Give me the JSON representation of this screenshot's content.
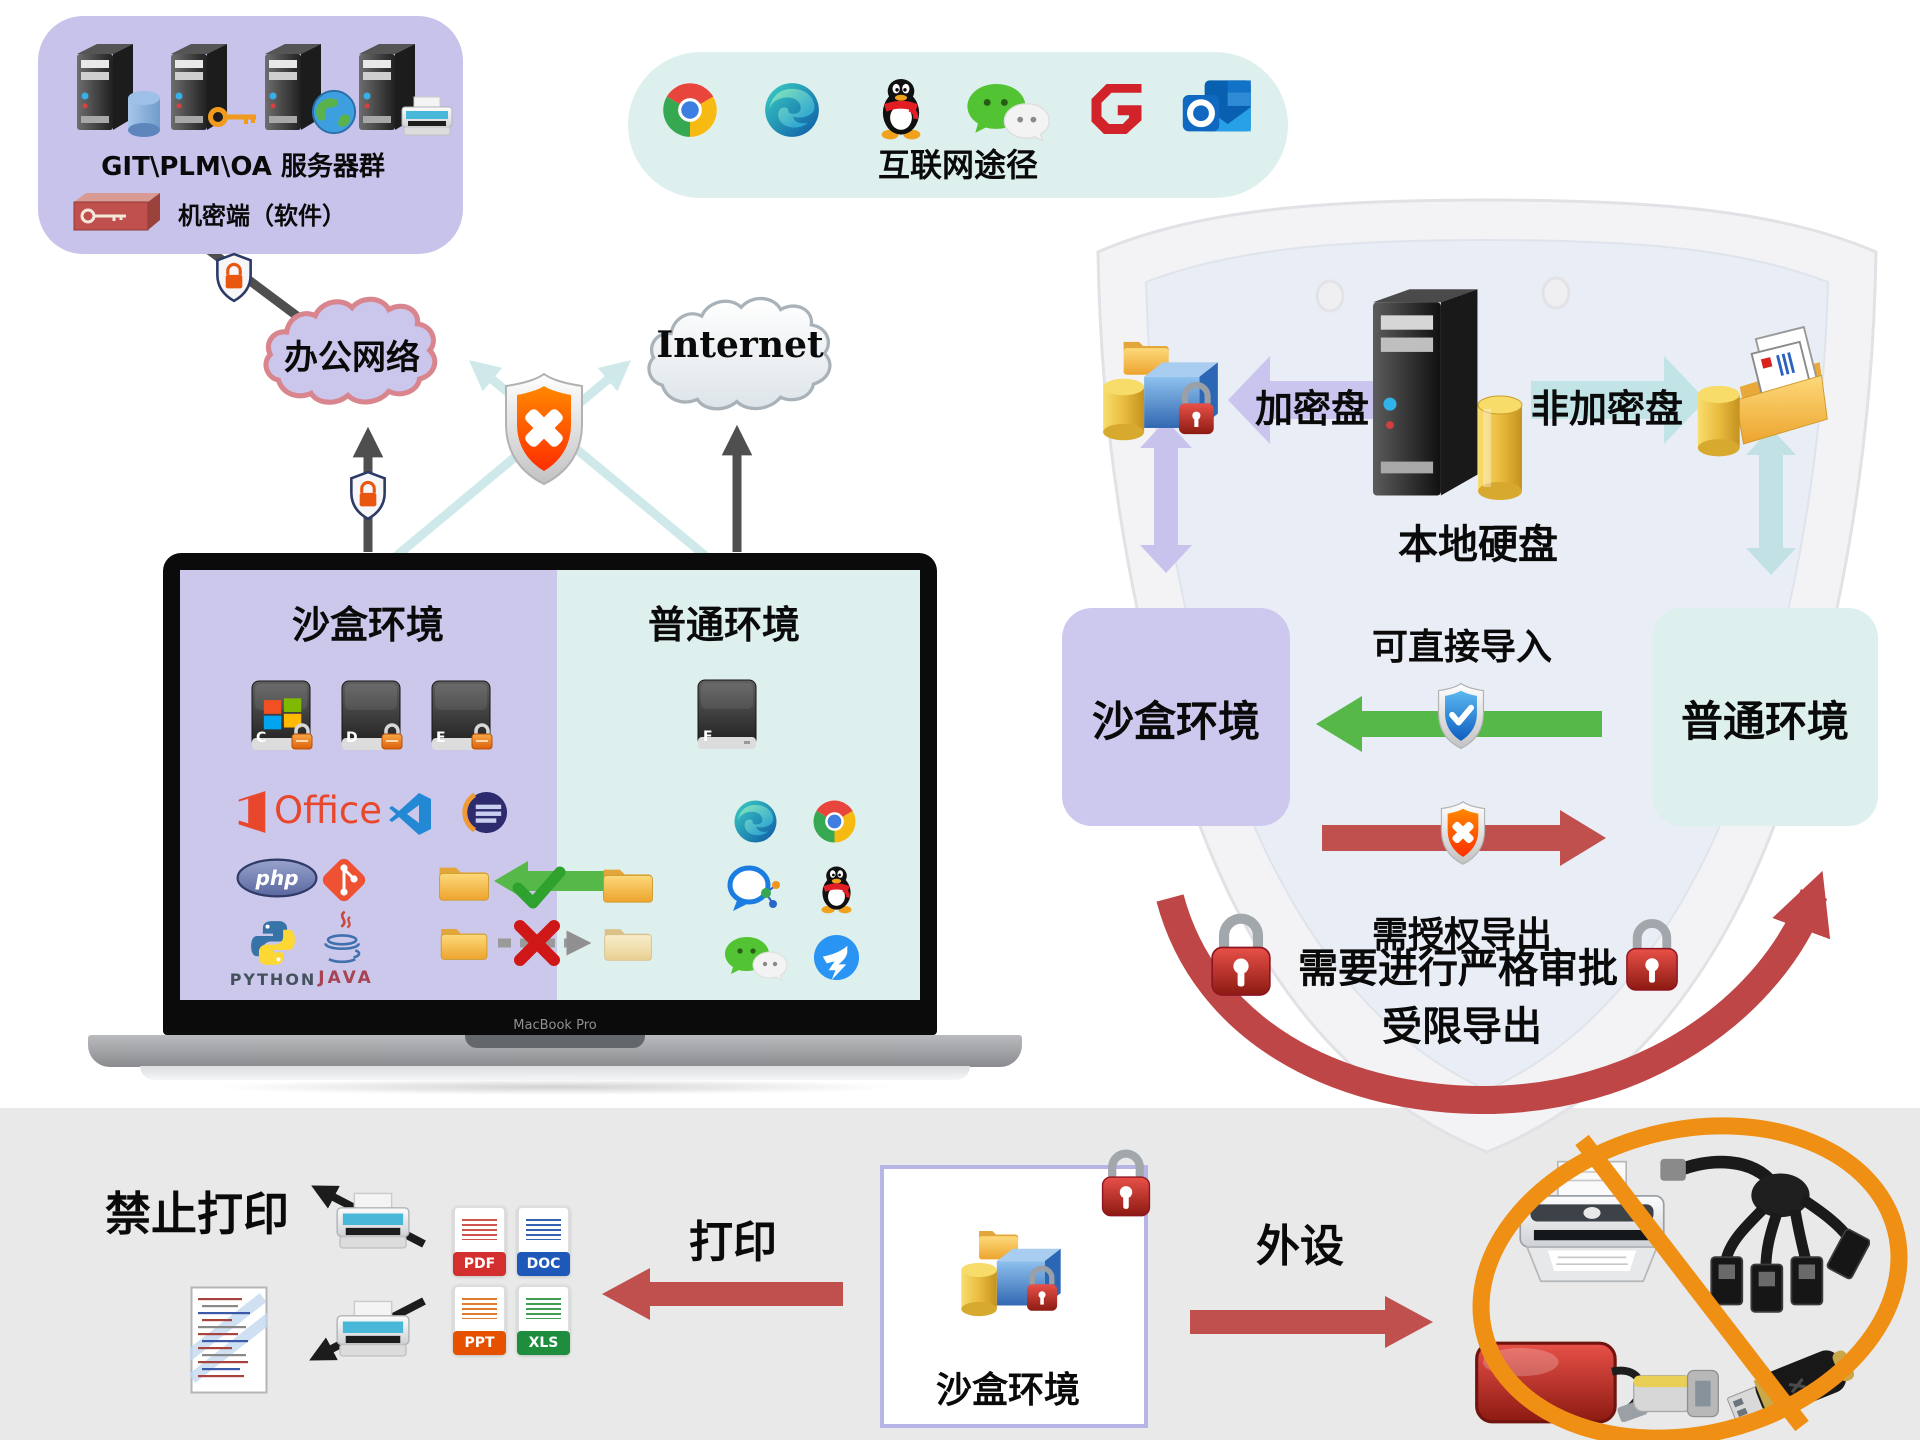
{
  "server_box": {
    "title": "GIT\\PLM\\OA 服务器群",
    "subtitle": "机密端（软件）"
  },
  "internet_box": {
    "label": "互联网途径"
  },
  "clouds": {
    "office": "办公网络",
    "internet": "Internet"
  },
  "laptop": {
    "brand": "MacBook Pro",
    "sandbox_title": "沙盒环境",
    "normal_title": "普通环境",
    "drive_c": "C",
    "drive_d": "D",
    "drive_e": "E",
    "drive_f": "F",
    "office_label": "Office",
    "php_label": "php",
    "python_label": "PYTHON",
    "java_label": "JAVA"
  },
  "disk_flow": {
    "local_disk": "本地硬盘",
    "encrypted": "加密盘",
    "unencrypted": "非加密盘",
    "sandbox": "沙盒环境",
    "normal": "普通环境",
    "import_label": "可直接导入",
    "export_label": "需授权导出",
    "approval_line1": "需要进行严格审批",
    "approval_line2": "受限导出"
  },
  "bottom": {
    "no_print": "禁止打印",
    "print_label": "打印",
    "peripherals_label": "外设",
    "sandbox_label": "沙盒环境",
    "pdf": "PDF",
    "doc": "DOC",
    "ppt": "PPT",
    "xls": "XLS"
  }
}
